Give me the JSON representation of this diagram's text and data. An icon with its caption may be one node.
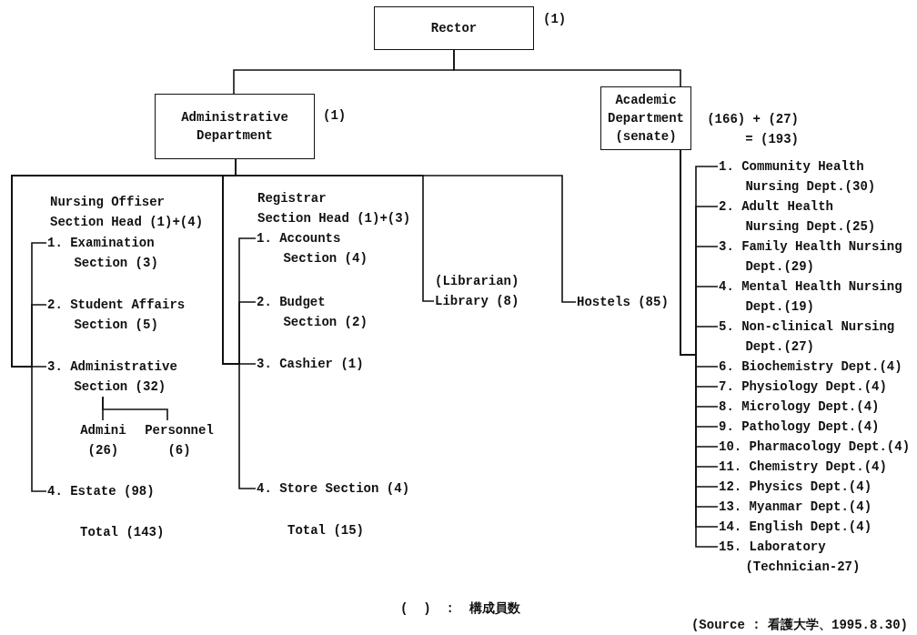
{
  "diagram": {
    "nodes": [
      {
        "text": [
          "Rector"
        ],
        "beside": [
          "(1)"
        ]
      },
      {
        "text": [
          "Administrative Department"
        ],
        "beside": [
          "(1)"
        ]
      },
      {
        "text": [
          "Academic Department (senate)"
        ],
        "beside": [
          "(166) + (27) = (193)"
        ]
      },
      {
        "text": [
          "Nursing Offiser Section Head (1)+(4)"
        ]
      },
      {
        "text": [
          "1. Examination Section (3)"
        ]
      },
      {
        "text": [
          "2. Student Affairs Section (5)"
        ]
      },
      {
        "text": [
          "3. Administrative Section (32)"
        ]
      },
      {
        "text": [
          "Admini (26)"
        ]
      },
      {
        "text": [
          "Personnel (6)"
        ]
      },
      {
        "text": [
          "4. Estate (98)"
        ]
      },
      {
        "text": [
          "Registrar Section Head (1)+(3)"
        ]
      },
      {
        "text": [
          "1. Accounts Section (4)"
        ]
      },
      {
        "text": [
          "2. Budget Section (2)"
        ]
      },
      {
        "text": [
          "3. Cashier (1)"
        ]
      },
      {
        "text": [
          "4. Store Section (4)"
        ]
      },
      {
        "text": [
          "(Librarian) Library (8)"
        ]
      },
      {
        "text": [
          "Hostels (85)"
        ]
      },
      {
        "text": [
          "1. Community Health Nursing Dept.(30)"
        ]
      },
      {
        "text": [
          "2. Adult Health Nursing Dept.(25)"
        ]
      },
      {
        "text": [
          "3. Family Health Nursing Dept.(29)"
        ]
      },
      {
        "text": [
          "4. Mental Health Nursing Dept.(19)"
        ]
      },
      {
        "text": [
          "5. Non-clinical Nursing Dept.(27)"
        ]
      },
      {
        "text": [
          "6. Biochemistry Dept.(4)"
        ]
      },
      {
        "text": [
          "7. Physiology Dept.(4)"
        ]
      },
      {
        "text": [
          "8. Micrology Dept.(4)"
        ]
      },
      {
        "text": [
          "9. Pathology Dept.(4)"
        ]
      },
      {
        "text": [
          "10. Pharmacology Dept.(4)"
        ]
      },
      {
        "text": [
          "11. Chemistry Dept.(4)"
        ]
      },
      {
        "text": [
          "12. Physics Dept.(4)"
        ]
      },
      {
        "text": [
          "13. Myanmar Dept.(4)"
        ]
      },
      {
        "text": [
          "14. English Dept.(4)"
        ]
      },
      {
        "text": [
          "15. Laboratory (Technician-27)"
        ]
      }
    ],
    "edges": [
      {
        "from": 0,
        "to": 1,
        "arrow": "none"
      },
      {
        "from": 0,
        "to": 2,
        "arrow": "none"
      },
      {
        "from": 1,
        "to": 4,
        "arrow": "none"
      },
      {
        "from": 1,
        "to": 5,
        "arrow": "none"
      },
      {
        "from": 1,
        "to": 6,
        "arrow": "none"
      },
      {
        "from": 1,
        "to": 9,
        "arrow": "none"
      },
      {
        "from": 6,
        "to": 7,
        "arrow": "none"
      },
      {
        "from": 6,
        "to": 8,
        "arrow": "none"
      },
      {
        "from": 1,
        "to": 11,
        "arrow": "none"
      },
      {
        "from": 1,
        "to": 12,
        "arrow": "none"
      },
      {
        "from": 1,
        "to": 13,
        "arrow": "none"
      },
      {
        "from": 1,
        "to": 14,
        "arrow": "none"
      },
      {
        "from": 1,
        "to": 15,
        "arrow": "none"
      },
      {
        "from": 1,
        "to": 16,
        "arrow": "none"
      },
      {
        "from": 2,
        "to": 17,
        "arrow": "none"
      },
      {
        "from": 2,
        "to": 18,
        "arrow": "none"
      },
      {
        "from": 2,
        "to": 19,
        "arrow": "none"
      },
      {
        "from": 2,
        "to": 20,
        "arrow": "none"
      },
      {
        "from": 2,
        "to": 21,
        "arrow": "none"
      },
      {
        "from": 2,
        "to": 22,
        "arrow": "none"
      },
      {
        "from": 2,
        "to": 23,
        "arrow": "none"
      },
      {
        "from": 2,
        "to": 24,
        "arrow": "none"
      },
      {
        "from": 2,
        "to": 25,
        "arrow": "none"
      },
      {
        "from": 2,
        "to": 26,
        "arrow": "none"
      },
      {
        "from": 2,
        "to": 27,
        "arrow": "none"
      },
      {
        "from": 2,
        "to": 28,
        "arrow": "none"
      },
      {
        "from": 2,
        "to": 29,
        "arrow": "none"
      },
      {
        "from": 2,
        "to": 30,
        "arrow": "none"
      },
      {
        "from": 2,
        "to": 31,
        "arrow": "none"
      }
    ],
    "labels": [
      "Total (143)",
      "Total (15)",
      "( ) : 構成員数",
      "(Source : 看護大学、1995.8.30)"
    ]
  }
}
